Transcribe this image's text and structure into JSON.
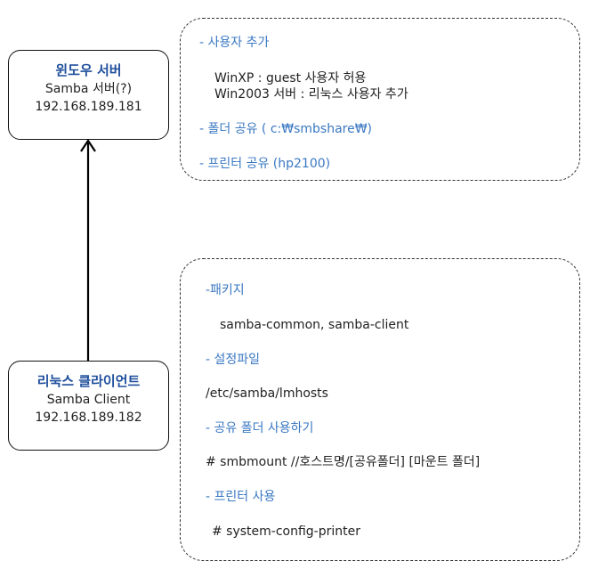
{
  "server": {
    "title": "윈도우 서버",
    "line1": "Samba 서버(?)",
    "ip": "192.168.189.181"
  },
  "client": {
    "title": "리눅스 클라이언트",
    "line1": "Samba Client",
    "ip": "192.168.189.182"
  },
  "server_notes": {
    "add_user_heading": "- 사용자 추가",
    "winxp": "WinXP : guest 사용자 허용",
    "win2003": "Win2003 서버 : 리눅스 사용자 추가",
    "folder_share": "- 폴더 공유 ( c:₩smbshare₩)",
    "printer_share": "- 프린터 공유 (hp2100)"
  },
  "client_notes": {
    "package_heading": "-패키지",
    "packages": "samba-common, samba-client",
    "config_heading": "- 설정파일",
    "config_file": "/etc/samba/lmhosts",
    "share_heading": "- 공유 폴더 사용하기",
    "mount_cmd": "# smbmount  //호스트명/[공유폴더]  [마운트 폴더]",
    "printer_heading": "- 프린터 사용",
    "printer_cmd": "# system-config-printer"
  },
  "colors": {
    "title_blue": "#1f4f9c",
    "heading_blue": "#3a78c2"
  }
}
